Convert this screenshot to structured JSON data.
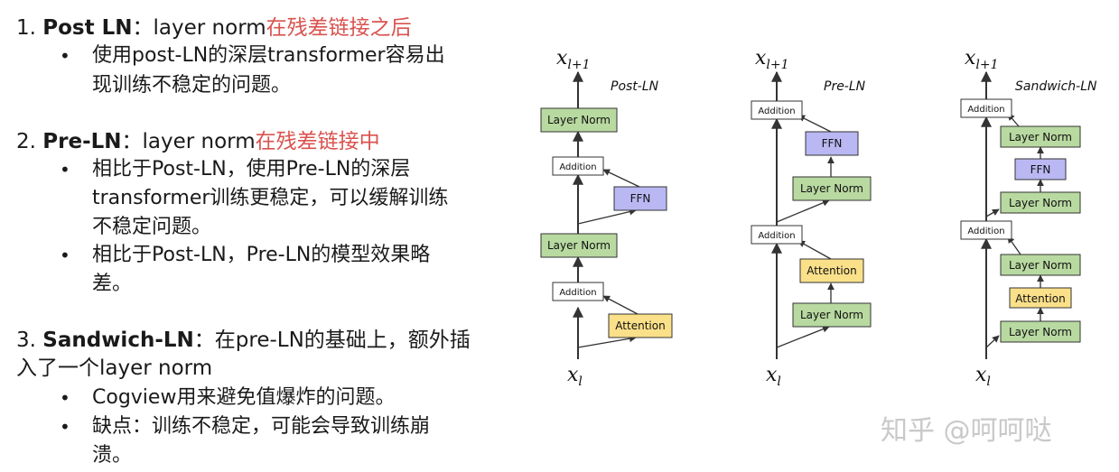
{
  "items": [
    {
      "number": "1.",
      "name": "Post LN",
      "sep": "：layer norm",
      "highlight": "在残差链接之后",
      "tail": "",
      "bullets": [
        [
          "使用post-LN的深层transformer容易出",
          "现训练不稳定的问题。"
        ]
      ]
    },
    {
      "number": "2.",
      "name": "Pre-LN",
      "sep": "：layer norm",
      "highlight": "在残差链接中",
      "tail": "",
      "bullets": [
        [
          "相比于Post-LN，使用Pre-LN的深层",
          "transformer训练更稳定，可以缓解训练",
          "不稳定问题。"
        ],
        [
          "相比于Post-LN，Pre-LN的模型效果略",
          "差。"
        ]
      ]
    },
    {
      "number": "3.",
      "name": "Sandwich-LN",
      "sep": "：在pre-LN的基础上，额外插",
      "highlight": "",
      "tail": "入了一个layer norm",
      "bullets": [
        [
          "Cogview用来避免值爆炸的问题。"
        ],
        [
          "缺点：训练不稳定，可能会导致训练崩",
          "溃。"
        ]
      ]
    }
  ],
  "bullet_glyph": "•",
  "diagrams": {
    "input_label": "x",
    "input_sub": "l",
    "output_label": "x",
    "output_sub": "l+1",
    "post_ln": {
      "title": "Post-LN",
      "layer_norm": "Layer Norm",
      "addition": "Addition",
      "ffn": "FFN",
      "attention": "Attention"
    },
    "pre_ln": {
      "title": "Pre-LN",
      "layer_norm": "Layer Norm",
      "addition": "Addition",
      "ffn": "FFN",
      "attention": "Attention"
    },
    "sandwich_ln": {
      "title": "Sandwich-LN",
      "layer_norm": "Layer Norm",
      "addition": "Addition",
      "ffn": "FFN",
      "attention": "Attention"
    }
  },
  "colors": {
    "layer_norm_fill": "#b8d9a0",
    "ffn_fill": "#b9b8f3",
    "attention_fill": "#fbe08a",
    "addition_fill": "#ffffff",
    "highlight_text": "#d9534f"
  },
  "watermark": "知乎 @呵呵哒"
}
